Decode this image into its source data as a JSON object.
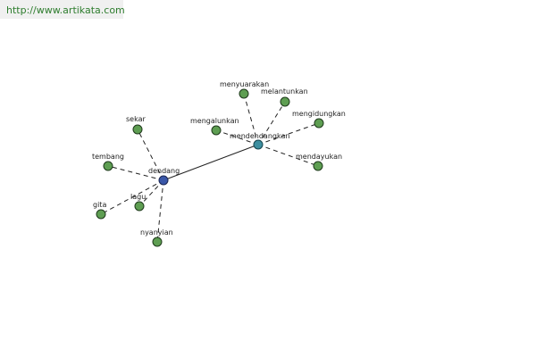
{
  "banner": {
    "url": "http://www.artikata.com"
  },
  "graph": {
    "nodes": [
      {
        "id": "dendang",
        "label": "dendang",
        "kind": "main"
      },
      {
        "id": "mendendangkan",
        "label": "mendendangkan",
        "kind": "hub"
      },
      {
        "id": "sekar",
        "label": "sekar",
        "kind": "synonym"
      },
      {
        "id": "tembang",
        "label": "tembang",
        "kind": "synonym"
      },
      {
        "id": "gita",
        "label": "gita",
        "kind": "synonym"
      },
      {
        "id": "lagu",
        "label": "lagu",
        "kind": "synonym"
      },
      {
        "id": "nyanyian",
        "label": "nyanyian",
        "kind": "synonym"
      },
      {
        "id": "menyuarakan",
        "label": "menyuarakan",
        "kind": "synonym"
      },
      {
        "id": "melantunkan",
        "label": "melantunkan",
        "kind": "synonym"
      },
      {
        "id": "mengalunkan",
        "label": "mengalunkan",
        "kind": "synonym"
      },
      {
        "id": "mengidungkan",
        "label": "mengidungkan",
        "kind": "synonym"
      },
      {
        "id": "mendayukan",
        "label": "mendayukan",
        "kind": "synonym"
      }
    ],
    "edges": [
      {
        "from": "dendang",
        "to": "mendendangkan",
        "style": "solid"
      },
      {
        "from": "dendang",
        "to": "sekar",
        "style": "dashed"
      },
      {
        "from": "dendang",
        "to": "tembang",
        "style": "dashed"
      },
      {
        "from": "dendang",
        "to": "gita",
        "style": "dashed"
      },
      {
        "from": "dendang",
        "to": "lagu",
        "style": "dashed"
      },
      {
        "from": "dendang",
        "to": "nyanyian",
        "style": "dashed"
      },
      {
        "from": "mendendangkan",
        "to": "menyuarakan",
        "style": "dashed"
      },
      {
        "from": "mendendangkan",
        "to": "melantunkan",
        "style": "dashed"
      },
      {
        "from": "mendendangkan",
        "to": "mengalunkan",
        "style": "dashed"
      },
      {
        "from": "mendendangkan",
        "to": "mengidungkan",
        "style": "dashed"
      },
      {
        "from": "mendendangkan",
        "to": "mendayukan",
        "style": "dashed"
      }
    ]
  }
}
